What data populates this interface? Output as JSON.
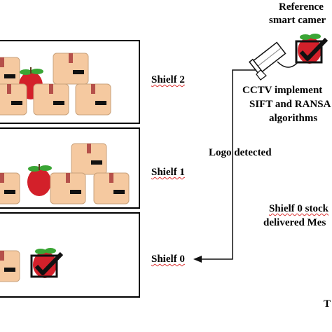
{
  "camera": {
    "title_line1": "Reference",
    "title_line2": "smart camer"
  },
  "cctv": {
    "line1": "CCTV implement",
    "line2": "SIFT and RANSA",
    "line3": "algorithms"
  },
  "logo_detected": "Logo detected",
  "shelves": [
    {
      "label": "Shielf 2"
    },
    {
      "label": "Shielf 1"
    },
    {
      "label": "Shielf 0"
    }
  ],
  "stock_note": {
    "line1": "Shielf 0 stock",
    "line2": "delivered Mes"
  },
  "corner_text": "T",
  "colors": {
    "box_fill": "#f5c9a0",
    "box_stroke": "#c9a27c",
    "tape": "#b5504a",
    "apple": "#d3202a",
    "leaf": "#3aa535",
    "check": "#111111"
  }
}
